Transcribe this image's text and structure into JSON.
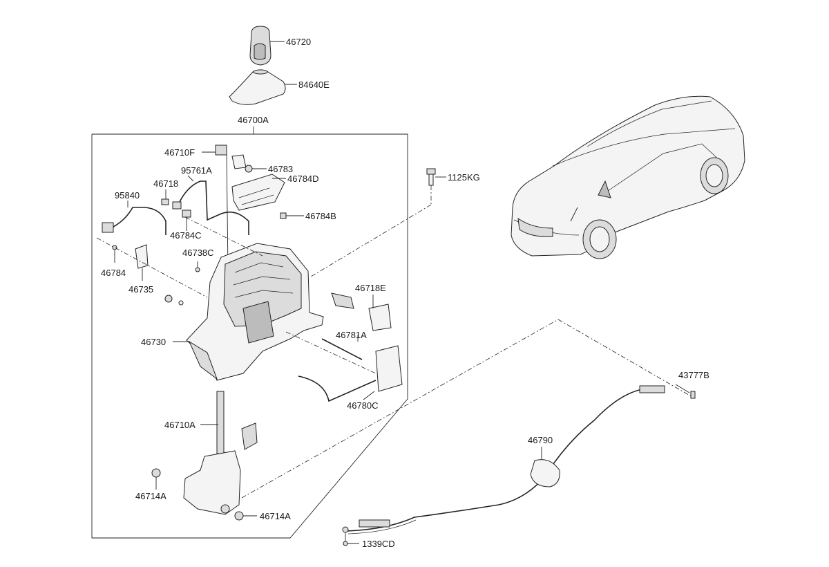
{
  "labels": {
    "p46720": "46720",
    "p84640E": "84640E",
    "p46700A": "46700A",
    "p46710F": "46710F",
    "p46783": "46783",
    "p95761A": "95761A",
    "p46784D": "46784D",
    "p46718": "46718",
    "p95840": "95840",
    "p46784B": "46784B",
    "p46784C": "46784C",
    "p46738C": "46738C",
    "p46784": "46784",
    "p46735": "46735",
    "p46718E": "46718E",
    "p46730": "46730",
    "p46781A": "46781A",
    "p46780C": "46780C",
    "p46710A": "46710A",
    "p46714A_left": "46714A",
    "p46714A_right": "46714A",
    "p1125KG": "1125KG",
    "p43777B": "43777B",
    "p46790": "46790",
    "p1339CD": "1339CD"
  },
  "colors": {
    "line": "#222222",
    "background": "#ffffff"
  }
}
